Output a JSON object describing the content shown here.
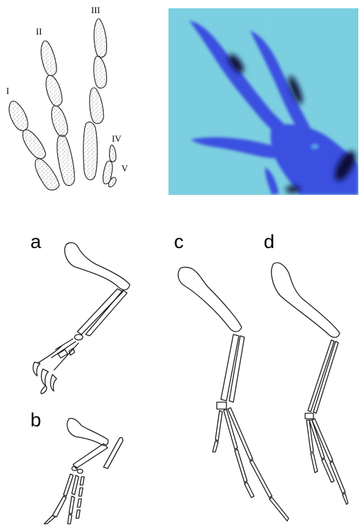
{
  "digit_labels": [
    "I",
    "II",
    "III",
    "IV",
    "V"
  ],
  "panel_labels": [
    "a",
    "b",
    "c",
    "d"
  ],
  "colors": {
    "xray_background": "#7ccfe0",
    "xray_bone_light": "#3b4fe0",
    "xray_bone_dark": "#0a0f3a",
    "line": "#1a1a1a"
  }
}
